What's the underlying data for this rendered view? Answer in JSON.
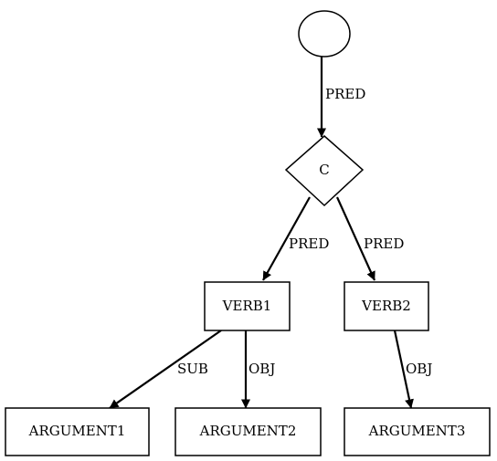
{
  "diagram": {
    "nodes": {
      "root": {
        "shape": "ellipse",
        "label": ""
      },
      "c": {
        "shape": "diamond",
        "label": "C"
      },
      "verb1": {
        "shape": "box",
        "label": "VERB1"
      },
      "verb2": {
        "shape": "box",
        "label": "VERB2"
      },
      "argument1": {
        "shape": "box",
        "label": "ARGUMENT1"
      },
      "argument2": {
        "shape": "box",
        "label": "ARGUMENT2"
      },
      "argument3": {
        "shape": "box",
        "label": "ARGUMENT3"
      }
    },
    "edges": [
      {
        "from": "root",
        "to": "c",
        "label": "PRED"
      },
      {
        "from": "c",
        "to": "verb1",
        "label": "PRED"
      },
      {
        "from": "c",
        "to": "verb2",
        "label": "PRED"
      },
      {
        "from": "verb1",
        "to": "argument1",
        "label": "SUB"
      },
      {
        "from": "verb1",
        "to": "argument2",
        "label": "OBJ"
      },
      {
        "from": "verb2",
        "to": "argument3",
        "label": "OBJ"
      }
    ],
    "colors": {
      "stroke": "#000000",
      "background": "#ffffff"
    }
  }
}
